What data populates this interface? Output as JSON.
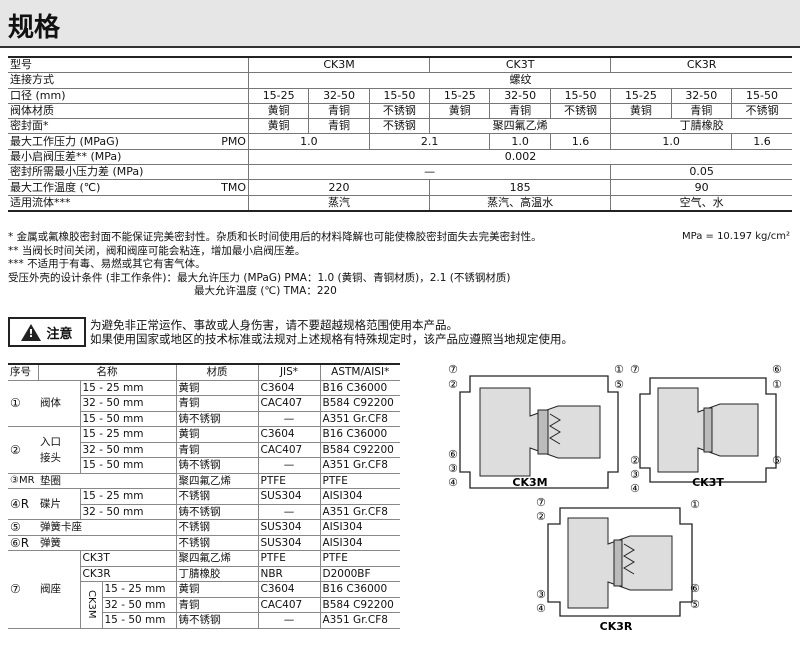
{
  "header": {
    "title": "规格"
  },
  "spec": {
    "col_model": "型号",
    "models": [
      "CK3M",
      "CK3T",
      "CK3R"
    ],
    "sizes": [
      "15-25",
      "32-50",
      "15-50"
    ],
    "rows": {
      "conn": {
        "label": "连接方式",
        "value": "螺纹"
      },
      "bore": {
        "label": "口径 (mm)"
      },
      "body": {
        "label": "阀体材质",
        "values": [
          "黄铜",
          "青铜",
          "不锈钢",
          "黄铜",
          "青铜",
          "不锈钢",
          "黄铜",
          "青铜",
          "不锈钢"
        ]
      },
      "seal": {
        "label": "密封面*",
        "values": [
          "黄铜",
          "青铜",
          "不锈钢",
          "聚四氟乙烯",
          "丁腈橡胶"
        ]
      },
      "pmo": {
        "label": "最大工作压力 (MPaG)",
        "tag": "PMO",
        "values": [
          "1.0",
          "2.1",
          "1.0",
          "1.6",
          "1.0",
          "1.6"
        ]
      },
      "minop": {
        "label": "最小启阀压差** (MPa)",
        "value": "0.002"
      },
      "minseal": {
        "label": "密封所需最小压力差 (MPa)",
        "values": [
          "—",
          "0.05"
        ]
      },
      "tmo": {
        "label": "最大工作温度 (℃)",
        "tag": "TMO",
        "values": [
          "220",
          "185",
          "90"
        ]
      },
      "fluid": {
        "label": "适用流体***",
        "values": [
          "蒸汽",
          "蒸汽、高温水",
          "空气、水"
        ]
      }
    }
  },
  "notes": [
    "*  金属或氟橡胶密封面不能保证完美密封性。杂质和长时间使用后的材料降解也可能使橡胶密封面失去完美密封性。",
    "** 当阀长时间关闭，阀和阀座可能会粘连，增加最小启阀压差。",
    "*** 不适用于有毒、易燃或其它有害气体。",
    "受压外壳的设计条件 (非工作条件)：最大允许压力 (MPaG) PMA：1.0 (黄铜、青铜材质)，2.1 (不锈钢材质)",
    "最大允许温度 (℃) TMA：220"
  ],
  "mpa_note": "MPa = 10.197 kg/cm²",
  "warning": {
    "label": "注意",
    "lines": [
      "为避免非正常运作、事故或人身伤害，请不要超越规格范围使用本产品。",
      "如果使用国家或地区的技术标准或法规对上述规格有特殊规定时，该产品应遵照当地规定使用。"
    ]
  },
  "parts": {
    "headers": [
      "序号",
      "名称",
      "材质",
      "JIS*",
      "ASTM/AISI*"
    ],
    "n1": "①",
    "body": "阀体",
    "r1": [
      "15 - 25 mm",
      "黄铜",
      "C3604",
      "B16 C36000"
    ],
    "r2": [
      "32 - 50 mm",
      "青铜",
      "CAC407",
      "B584 C92200"
    ],
    "r3": [
      "15 - 50 mm",
      "铸不锈钢",
      "—",
      "A351 Gr.CF8"
    ],
    "n2": "②",
    "inlet": "入口\n接头",
    "r4": [
      "15 - 25 mm",
      "黄铜",
      "C3604",
      "B16 C36000"
    ],
    "r5": [
      "32 - 50 mm",
      "青铜",
      "CAC407",
      "B584 C92200"
    ],
    "r6": [
      "15 - 50 mm",
      "铸不锈钢",
      "—",
      "A351 Gr.CF8"
    ],
    "n3": "③MR",
    "gasket": "垫圈",
    "r7": [
      "聚四氟乙烯",
      "PTFE",
      "PTFE"
    ],
    "n4": "④R",
    "disc": "碟片",
    "r8": [
      "15 - 25 mm",
      "不锈钢",
      "SUS304",
      "AISI304"
    ],
    "r9": [
      "32 - 50 mm",
      "铸不锈钢",
      "—",
      "A351 Gr.CF8"
    ],
    "n5": "⑤",
    "clip": "弹簧卡座",
    "r10": [
      "不锈钢",
      "SUS304",
      "AISI304"
    ],
    "n6": "⑥R",
    "spring": "弹簧",
    "r11": [
      "不锈钢",
      "SUS304",
      "AISI304"
    ],
    "n7": "⑦",
    "seat": "阀座",
    "r12": [
      "CK3T",
      "聚四氟乙烯",
      "PTFE",
      "PTFE"
    ],
    "r13": [
      "CK3R",
      "丁腈橡胶",
      "NBR",
      "D2000BF"
    ],
    "ck3m": "CK3M",
    "r14": [
      "15 - 25 mm",
      "黄铜",
      "C3604",
      "B16 C36000"
    ],
    "r15": [
      "32 - 50 mm",
      "青铜",
      "CAC407",
      "B584 C92200"
    ],
    "r16": [
      "15 - 50 mm",
      "铸不锈钢",
      "—",
      "A351 Gr.CF8"
    ]
  },
  "figures": {
    "ck3m": {
      "label": "CK3M",
      "callouts": [
        "⑦",
        "②",
        "①",
        "⑤",
        "⑥",
        "③",
        "④"
      ]
    },
    "ck3t": {
      "label": "CK3T",
      "callouts": [
        "⑦",
        "⑥",
        "①",
        "⑤",
        "②",
        "③",
        "④"
      ]
    },
    "ck3r": {
      "label": "CK3R",
      "callouts": [
        "⑦",
        "②",
        "①",
        "⑥",
        "③",
        "④",
        "⑤"
      ]
    }
  }
}
